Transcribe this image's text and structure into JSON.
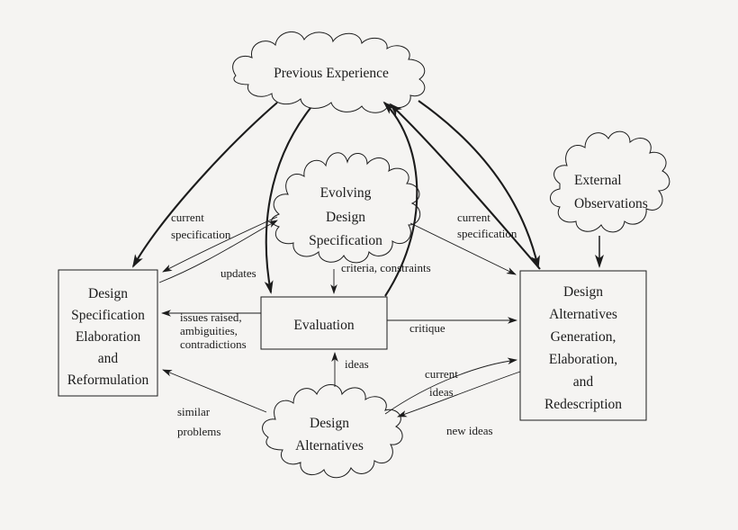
{
  "background": "#f5f4f2",
  "ink": "#1c1c1c",
  "nodes": {
    "previous_experience": {
      "shape": "cloud",
      "label": "Previous Experience"
    },
    "evolving_design_specification": {
      "shape": "cloud",
      "lines": [
        "Evolving",
        "Design",
        "Specification"
      ]
    },
    "external_observations": {
      "shape": "cloud",
      "lines": [
        "External",
        "Observations"
      ]
    },
    "design_specification_elaboration": {
      "shape": "rectangle",
      "lines": [
        "Design",
        "Specification",
        "Elaboration",
        "and",
        "Reformulation"
      ]
    },
    "evaluation": {
      "shape": "rectangle",
      "label": "Evaluation"
    },
    "design_alternatives_generation": {
      "shape": "rectangle",
      "lines": [
        "Design",
        "Alternatives",
        "Generation,",
        "Elaboration,",
        "and",
        "Redescription"
      ]
    },
    "design_alternatives": {
      "shape": "cloud",
      "lines": [
        "Design",
        "Alternatives"
      ]
    }
  },
  "edge_labels": {
    "current_specification_left": [
      "current",
      "specification"
    ],
    "updates": "updates",
    "criteria_constraints": "criteria, constraints",
    "current_specification_right": [
      "current",
      "specification"
    ],
    "issues_raised": [
      "issues raised,",
      "ambiguities,",
      "contradictions"
    ],
    "critique": "critique",
    "ideas": "ideas",
    "current_ideas": [
      "current",
      "ideas"
    ],
    "new_ideas": "new ideas",
    "similar_problems": [
      "similar",
      "problems"
    ]
  },
  "edges": [
    {
      "from": "previous-experience",
      "to": "design-specification-elaboration",
      "label": "",
      "style": "bold"
    },
    {
      "from": "previous-experience",
      "to": "evaluation",
      "label": "",
      "style": "bold"
    },
    {
      "from": "previous-experience",
      "to": "design-alternatives-generation",
      "label": "",
      "style": "bold"
    },
    {
      "from": "evaluation",
      "to": "previous-experience",
      "label": "",
      "style": "bold"
    },
    {
      "from": "design-alternatives-generation",
      "to": "previous-experience",
      "label": "",
      "style": "bold"
    },
    {
      "from": "external-observations",
      "to": "design-alternatives-generation",
      "label": "",
      "style": "medium"
    },
    {
      "from": "evolving-design-specification",
      "to": "design-specification-elaboration",
      "label": "current specification",
      "style": "thin"
    },
    {
      "from": "design-specification-elaboration",
      "to": "evolving-design-specification",
      "label": "updates",
      "style": "thin"
    },
    {
      "from": "evolving-design-specification",
      "to": "evaluation",
      "label": "criteria, constraints",
      "style": "thin"
    },
    {
      "from": "evolving-design-specification",
      "to": "design-alternatives-generation",
      "label": "current specification",
      "style": "thin"
    },
    {
      "from": "evaluation",
      "to": "design-specification-elaboration",
      "label": "issues raised, ambiguities, contradictions",
      "style": "thin"
    },
    {
      "from": "evaluation",
      "to": "design-alternatives-generation",
      "label": "critique",
      "style": "thin"
    },
    {
      "from": "design-alternatives",
      "to": "evaluation",
      "label": "ideas",
      "style": "thin"
    },
    {
      "from": "design-alternatives",
      "to": "design-alternatives-generation",
      "label": "current ideas",
      "style": "thin"
    },
    {
      "from": "design-alternatives-generation",
      "to": "design-alternatives",
      "label": "new ideas",
      "style": "thin"
    },
    {
      "from": "design-alternatives",
      "to": "design-specification-elaboration",
      "label": "similar problems",
      "style": "thin"
    }
  ]
}
